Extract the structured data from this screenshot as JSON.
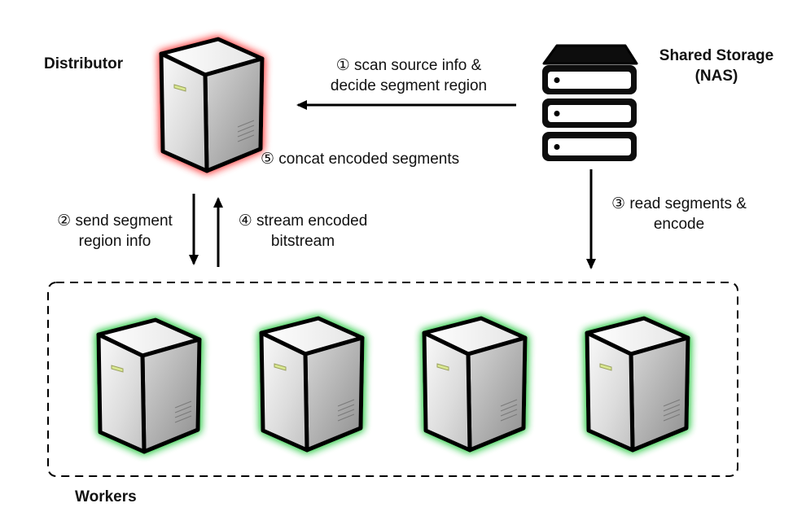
{
  "labels": {
    "distributor": "Distributor",
    "shared_storage_line1": "Shared Storage",
    "shared_storage_line2": "(NAS)",
    "workers": "Workers"
  },
  "steps": {
    "step1_line1": "① scan source info &",
    "step1_line2": "decide segment region",
    "step2_line1": "② send segment",
    "step2_line2": "region info",
    "step3_line1": "③ read segments &",
    "step3_line2": "encode",
    "step4_line1": "④ stream encoded",
    "step4_line2": "bitstream",
    "step5": "⑤ concat encoded segments"
  },
  "colors": {
    "distributor_glow": "#ff5a5a",
    "worker_glow": "#3ecf55",
    "outline": "#000000"
  },
  "nodes": {
    "distributor_icon": "server-tower-icon",
    "storage_icon": "nas-storage-stack-icon",
    "worker_icon": "server-tower-icon",
    "worker_count": 4
  }
}
